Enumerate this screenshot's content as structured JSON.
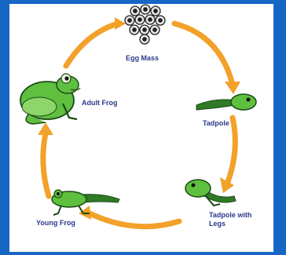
{
  "diagram": {
    "stages": [
      {
        "label": "Egg Mass"
      },
      {
        "label": "Tadpole"
      },
      {
        "label": "Tadpole with Legs"
      },
      {
        "label": "Young Frog"
      },
      {
        "label": "Adult Frog"
      }
    ],
    "colors": {
      "background": "#1667c4",
      "panel": "#ffffff",
      "arrow": "#f2a12a",
      "frog_green": "#5fbf3f",
      "frog_dark": "#2f7a25",
      "label_text": "#2a3a8c"
    }
  }
}
